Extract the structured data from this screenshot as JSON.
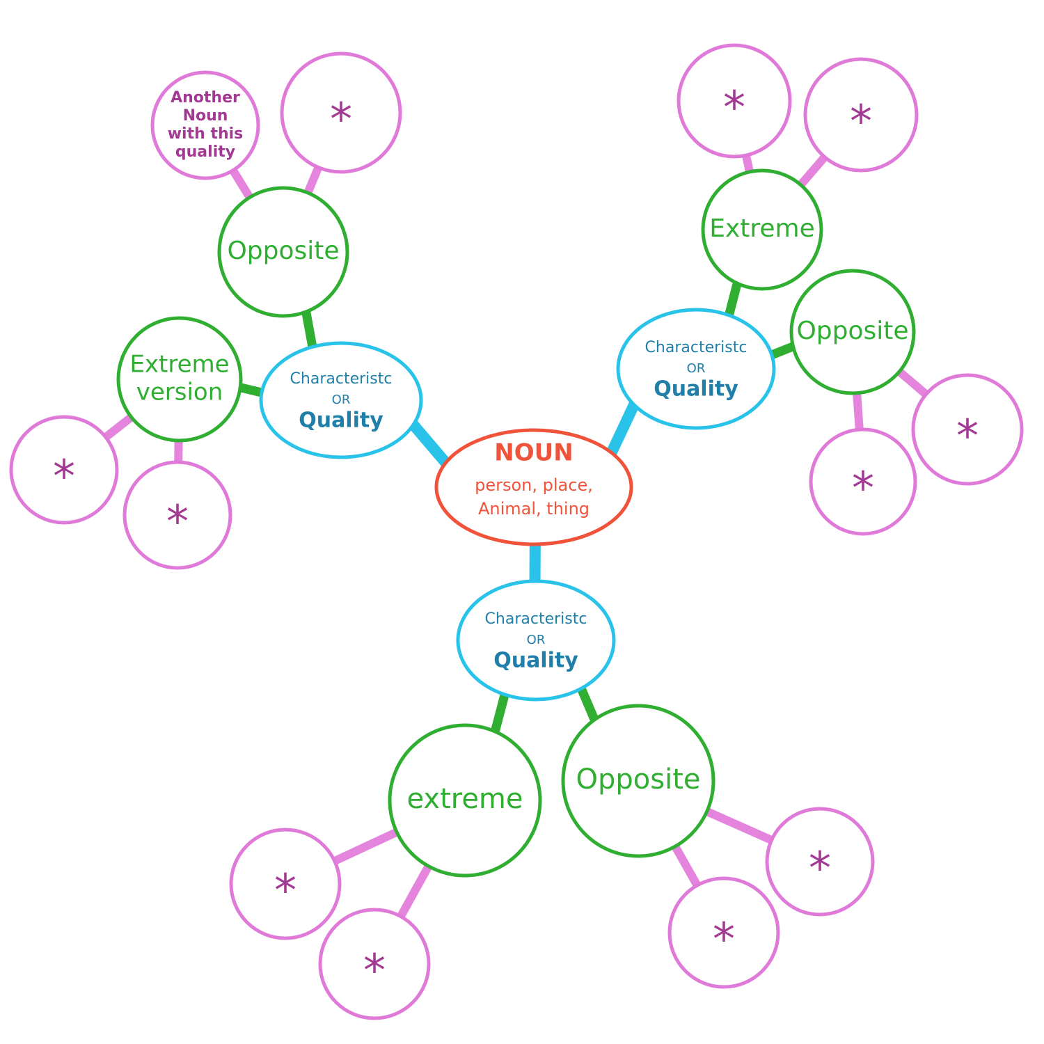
{
  "colors": {
    "noun": "#f0533a",
    "quality_stroke": "#29c3ea",
    "quality_text": "#1f7fa8",
    "green_stroke": "#2fae32",
    "green_text": "#2fae32",
    "pink_stroke": "#e07ad8",
    "pink_text": "#a23a93",
    "quality_link": "#29c3ea",
    "green_link": "#2fae32",
    "pink_link": "#e584dd"
  },
  "center": {
    "title": "NOUN",
    "line1": "person, place,",
    "line2": "Animal, thing"
  },
  "branches": [
    {
      "name": "left",
      "quality": {
        "line1": "Characteristc",
        "line2": "OR",
        "line3": "Quality"
      },
      "children": [
        {
          "label": [
            "Opposite"
          ],
          "leaves": [
            [
              "Another",
              "Noun",
              "with this",
              "quality"
            ],
            [
              "*"
            ]
          ]
        },
        {
          "label": [
            "Extreme",
            "version"
          ],
          "leaves": [
            [
              "*"
            ],
            [
              "*"
            ]
          ]
        }
      ]
    },
    {
      "name": "right",
      "quality": {
        "line1": "Characteristc",
        "line2": "OR",
        "line3": "Quality"
      },
      "children": [
        {
          "label": [
            "Extreme"
          ],
          "leaves": [
            [
              "*"
            ],
            [
              "*"
            ]
          ]
        },
        {
          "label": [
            "Opposite"
          ],
          "leaves": [
            [
              "*"
            ],
            [
              "*"
            ]
          ]
        }
      ]
    },
    {
      "name": "bottom",
      "quality": {
        "line1": "Characteristc",
        "line2": "OR",
        "line3": "Quality"
      },
      "children": [
        {
          "label": [
            "extreme"
          ],
          "leaves": [
            [
              "*"
            ],
            [
              "*"
            ]
          ]
        },
        {
          "label": [
            "Opposite"
          ],
          "leaves": [
            [
              "*"
            ],
            [
              "*"
            ]
          ]
        }
      ]
    }
  ]
}
